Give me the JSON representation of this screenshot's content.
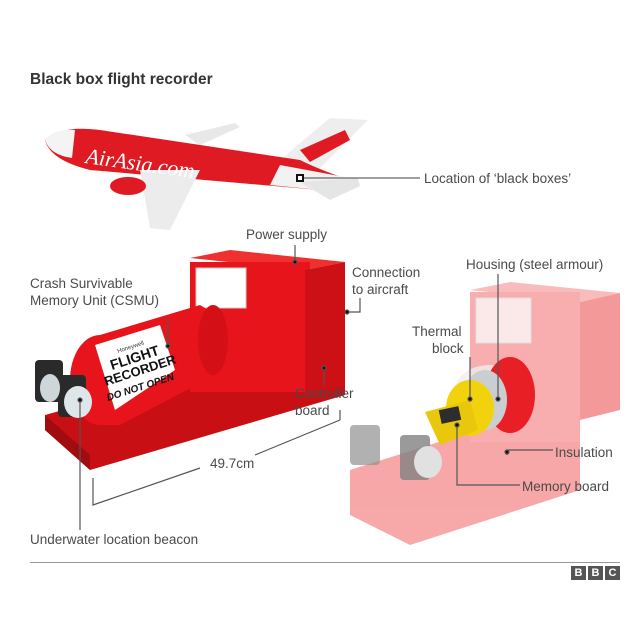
{
  "title": "Black box flight recorder",
  "plane": {
    "livery_text": "AirAsia.com",
    "label": "Location of ‘black boxes’"
  },
  "recorder": {
    "labels": {
      "power_supply": "Power supply",
      "csmu_line1": "Crash Survivable",
      "csmu_line2": "Memory Unit (CSMU)",
      "connection_line1": "Connection",
      "connection_line2": "to aircraft",
      "controller_line1": "Controller",
      "controller_line2": "board",
      "length": "49.7cm",
      "beacon": "Underwater location beacon"
    },
    "cylinder_text": [
      "FLIGHT",
      "RECORDER",
      "DO NOT OPEN"
    ],
    "brand": "Honeywell"
  },
  "cutaway": {
    "labels": {
      "housing": "Housing (steel armour)",
      "thermal_line1": "Thermal",
      "thermal_line2": "block",
      "insulation": "Insulation",
      "memory_board": "Memory board"
    }
  },
  "footer": {
    "logo": [
      "B",
      "B",
      "C"
    ]
  },
  "colors": {
    "red": "#e8141b",
    "faded_red": "#f7a3a3",
    "yellow": "#f2d000"
  }
}
